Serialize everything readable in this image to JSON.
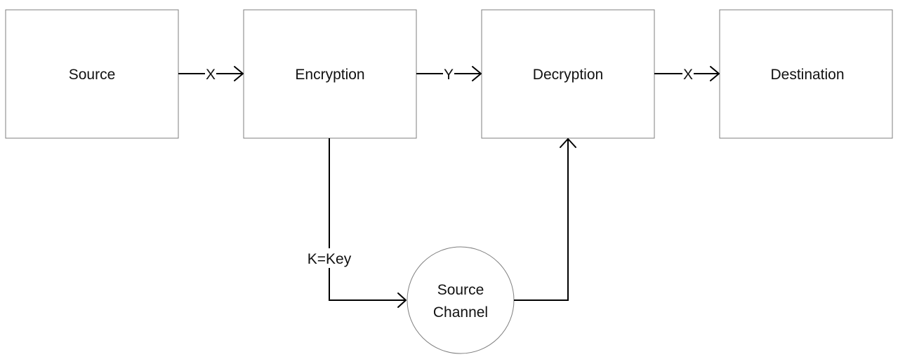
{
  "nodes": {
    "source": "Source",
    "encryption": "Encryption",
    "decryption": "Decryption",
    "destination": "Destination",
    "channel_line1": "Source",
    "channel_line2": "Channel"
  },
  "edges": {
    "source_to_encryption": "X",
    "encryption_to_decryption": "Y",
    "decryption_to_destination": "X",
    "encryption_to_channel": "K=Key"
  }
}
